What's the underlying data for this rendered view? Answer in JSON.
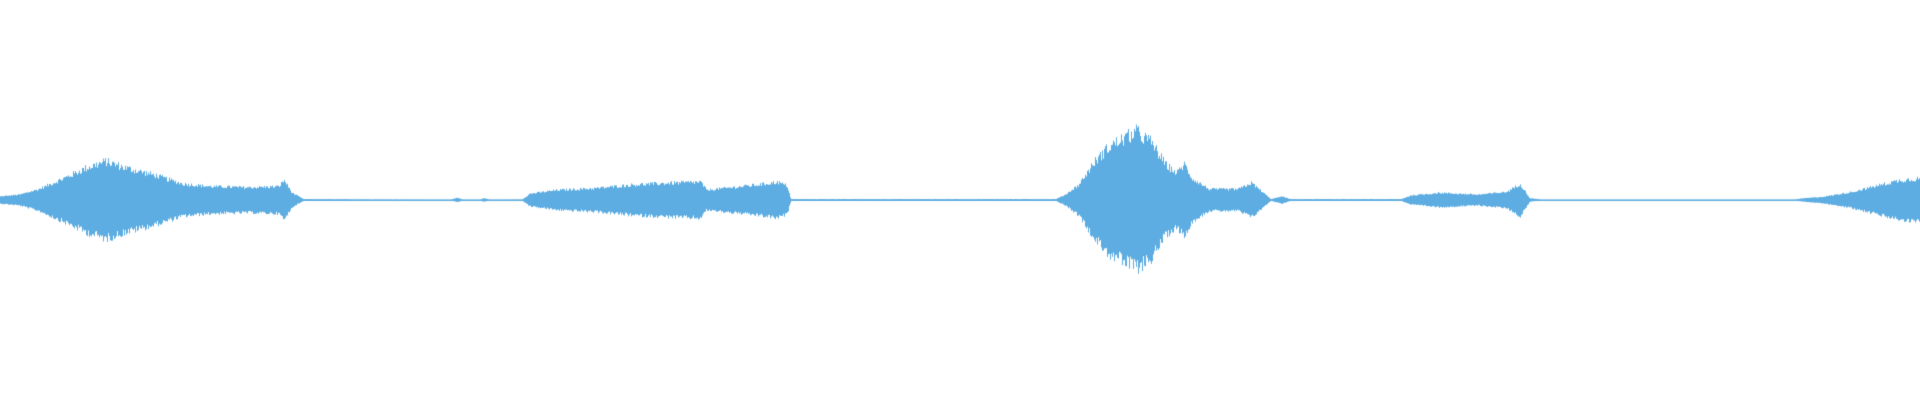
{
  "waveform": {
    "color": "#5dade2",
    "background": "#ffffff",
    "envelope": [
      [
        0.0,
        0.02
      ],
      [
        0.01,
        0.03
      ],
      [
        0.02,
        0.06
      ],
      [
        0.035,
        0.13
      ],
      [
        0.045,
        0.18
      ],
      [
        0.055,
        0.215
      ],
      [
        0.065,
        0.18
      ],
      [
        0.08,
        0.14
      ],
      [
        0.095,
        0.09
      ],
      [
        0.11,
        0.075
      ],
      [
        0.13,
        0.07
      ],
      [
        0.145,
        0.075
      ],
      [
        0.148,
        0.11
      ],
      [
        0.152,
        0.04
      ],
      [
        0.158,
        0.005
      ],
      [
        0.235,
        0.003
      ],
      [
        0.238,
        0.012
      ],
      [
        0.241,
        0.003
      ],
      [
        0.25,
        0.003
      ],
      [
        0.252,
        0.01
      ],
      [
        0.255,
        0.003
      ],
      [
        0.272,
        0.004
      ],
      [
        0.276,
        0.035
      ],
      [
        0.29,
        0.055
      ],
      [
        0.31,
        0.065
      ],
      [
        0.33,
        0.085
      ],
      [
        0.35,
        0.095
      ],
      [
        0.365,
        0.1
      ],
      [
        0.368,
        0.055
      ],
      [
        0.372,
        0.06
      ],
      [
        0.395,
        0.085
      ],
      [
        0.405,
        0.1
      ],
      [
        0.41,
        0.08
      ],
      [
        0.412,
        0.005
      ],
      [
        0.55,
        0.005
      ],
      [
        0.555,
        0.03
      ],
      [
        0.562,
        0.085
      ],
      [
        0.57,
        0.21
      ],
      [
        0.578,
        0.3
      ],
      [
        0.585,
        0.34
      ],
      [
        0.592,
        0.38
      ],
      [
        0.6,
        0.32
      ],
      [
        0.607,
        0.2
      ],
      [
        0.613,
        0.15
      ],
      [
        0.617,
        0.2
      ],
      [
        0.621,
        0.12
      ],
      [
        0.63,
        0.06
      ],
      [
        0.645,
        0.06
      ],
      [
        0.652,
        0.095
      ],
      [
        0.656,
        0.06
      ],
      [
        0.662,
        0.005
      ],
      [
        0.668,
        0.02
      ],
      [
        0.672,
        0.005
      ],
      [
        0.73,
        0.005
      ],
      [
        0.735,
        0.025
      ],
      [
        0.75,
        0.04
      ],
      [
        0.77,
        0.03
      ],
      [
        0.785,
        0.045
      ],
      [
        0.792,
        0.09
      ],
      [
        0.797,
        0.01
      ],
      [
        0.803,
        0.003
      ],
      [
        0.935,
        0.003
      ],
      [
        0.94,
        0.01
      ],
      [
        0.95,
        0.018
      ],
      [
        0.965,
        0.045
      ],
      [
        0.98,
        0.085
      ],
      [
        0.99,
        0.11
      ],
      [
        1.0,
        0.12
      ]
    ]
  }
}
